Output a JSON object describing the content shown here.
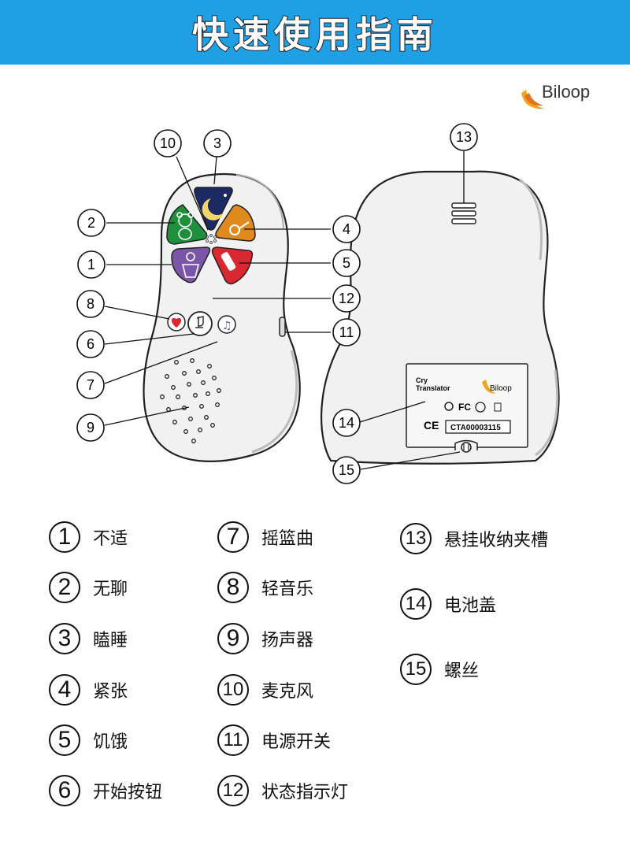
{
  "header": {
    "title": "快速使用指南"
  },
  "brand": {
    "name": "Biloop"
  },
  "back_label": {
    "line1": "Cry",
    "line2": "Translator",
    "brand": "Biloop",
    "serial": "CTA00003115",
    "ce": "CE",
    "fc": "FC"
  },
  "callouts": [
    "1",
    "2",
    "3",
    "4",
    "5",
    "6",
    "7",
    "8",
    "9",
    "10",
    "11",
    "12",
    "13",
    "14",
    "15"
  ],
  "legend": [
    {
      "num": "1",
      "label": "不适"
    },
    {
      "num": "2",
      "label": "无聊"
    },
    {
      "num": "3",
      "label": "瞌睡"
    },
    {
      "num": "4",
      "label": "紧张"
    },
    {
      "num": "5",
      "label": "饥饿"
    },
    {
      "num": "6",
      "label": "开始按钮"
    },
    {
      "num": "7",
      "label": "摇篮曲"
    },
    {
      "num": "8",
      "label": "轻音乐"
    },
    {
      "num": "9",
      "label": "扬声器"
    },
    {
      "num": "10",
      "label": "麦克风"
    },
    {
      "num": "11",
      "label": "电源开关"
    },
    {
      "num": "12",
      "label": "状态指示灯"
    },
    {
      "num": "13",
      "label": "悬挂收纳夹槽"
    },
    {
      "num": "14",
      "label": "电池盖"
    },
    {
      "num": "15",
      "label": "螺丝"
    }
  ],
  "colors": {
    "header": "#1f9fe4",
    "green": "#1e8f3a",
    "navy": "#1c2a63",
    "orange": "#e08a1e",
    "purple": "#7b56a8",
    "red": "#d9282f"
  }
}
